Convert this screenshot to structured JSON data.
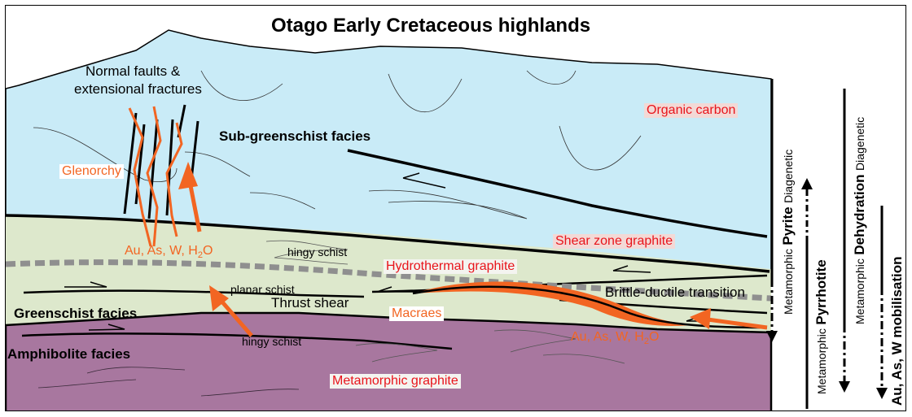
{
  "title": "Otago Early Cretaceous highlands",
  "labels": {
    "normal_faults_line1": "Normal faults &",
    "normal_faults_line2": "extensional fractures",
    "sub_greenschist": "Sub-greenschist facies",
    "greenschist": "Greenschist facies",
    "amphibolite": "Amphibolite facies",
    "hingy_schist_upper": "hingy schist",
    "hingy_schist_lower": "hingy schist",
    "planar_schist": "planar schist",
    "thrust_shear": "Thrust shear",
    "brittle_ductile": "Brittle-ductile transition"
  },
  "orange_labels": {
    "glenorchy": "Glenorchy",
    "fluids_upper_prefix": "Au, As, W, H",
    "fluids_upper_sub": "2",
    "fluids_upper_suffix": "O",
    "macraes": "Macraes",
    "fluids_lower_prefix": "Au, As, W, H",
    "fluids_lower_sub": "2",
    "fluids_lower_suffix": "O"
  },
  "red_labels": {
    "organic_carbon": "Organic carbon",
    "shear_zone_graphite": "Shear zone graphite",
    "hydrothermal_graphite": "Hydrothermal graphite",
    "metamorphic_graphite": "Metamorphic graphite"
  },
  "side_columns": {
    "pyrite": {
      "metamorphic": "Metamorphic",
      "mineral": "Pyrite",
      "diagenetic": "Diagenetic"
    },
    "pyrrhotite": {
      "metamorphic": "Metamorphic",
      "mineral": "Pyrrhotite"
    },
    "dehydration": {
      "metamorphic": "Metamorphic",
      "process": "Dehydration",
      "diagenetic": "Diagenetic"
    },
    "mobilisation": {
      "text": "Au, As, W mobilisation"
    }
  },
  "colors": {
    "sub_greenschist_fill": "#c9ebf7",
    "greenschist_fill": "#dde8cc",
    "amphibolite_fill": "#a8779f",
    "fluid_orange": "#f26522",
    "graphite_red": "#e8141b",
    "transition_gray": "#8f8f8f"
  }
}
